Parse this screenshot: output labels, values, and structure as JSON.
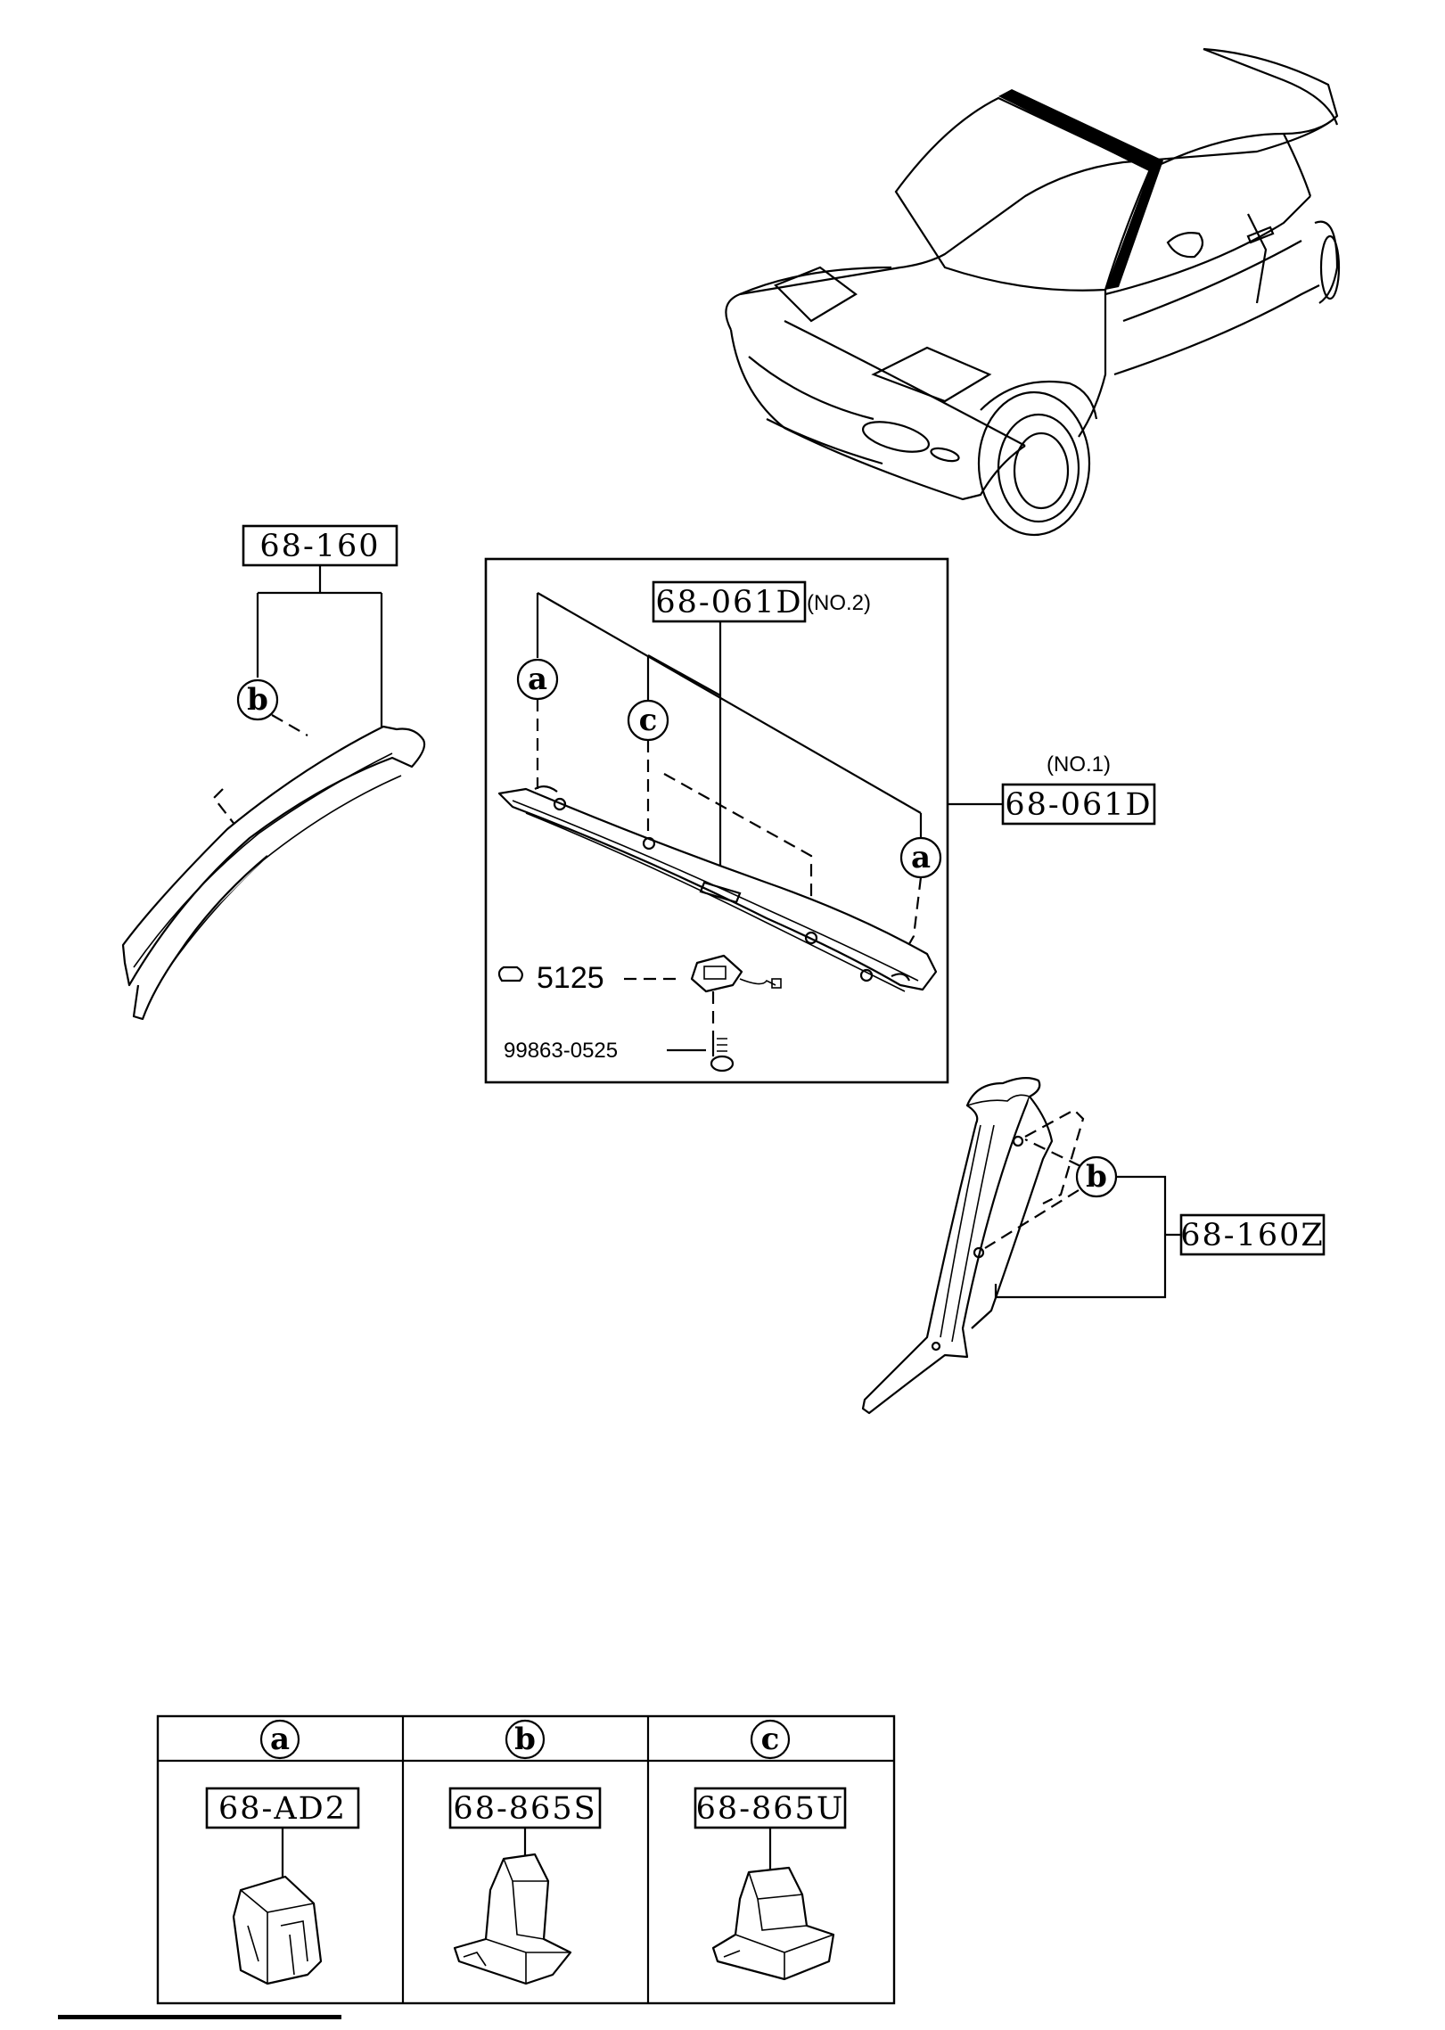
{
  "parts": {
    "pillar_left": "68-160",
    "header_no2": "68-061D",
    "header_no2_note": "(NO.2)",
    "header_no1": "68-061D",
    "header_no1_note": "(NO.1)",
    "map_lamp_ref": "5125",
    "screw": "99863-0525",
    "pillar_right": "68-160Z"
  },
  "callouts": {
    "a": "a",
    "b": "b",
    "c": "c"
  },
  "legend": {
    "columns": [
      {
        "letter": "a",
        "part": "68-AD2"
      },
      {
        "letter": "b",
        "part": "68-865S"
      },
      {
        "letter": "c",
        "part": "68-865U"
      }
    ]
  }
}
